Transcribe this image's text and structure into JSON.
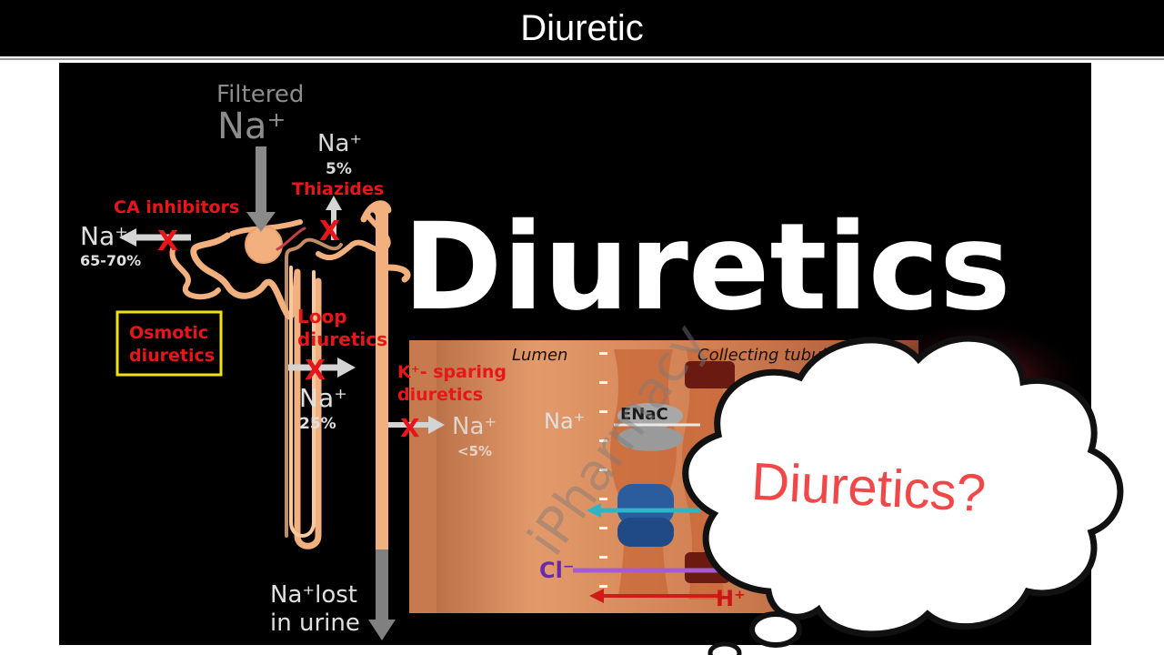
{
  "header": {
    "title": "Diuretic"
  },
  "diagram": {
    "filtered_label": "Filtered",
    "filtered_na": "Na⁺",
    "top_na": "Na⁺",
    "top_na_pct": "5%",
    "thiazides": "Thiazides",
    "ca_inhibitors": "CA inhibitors",
    "left_na": "Na⁺",
    "left_na_pct": "65-70%",
    "osmotic_line1": "Osmotic",
    "osmotic_line2": "diuretics",
    "loop_line1": "Loop",
    "loop_line2": "diuretics",
    "loop_na": "Na⁺",
    "loop_na_pct": "25%",
    "ksparing_line1": "K⁺- sparing",
    "ksparing_line2": "diuretics",
    "ksparing_na": "Na⁺",
    "ksparing_na_pct": "<5%",
    "lost_line1": "Na⁺lost",
    "lost_line2": "in urine",
    "big_title": "Diuretics",
    "watermark": "iPharmacy",
    "block_mark": "X",
    "cell": {
      "lumen": "Lumen",
      "collecting": "Collecting tubules",
      "na": "Na⁺",
      "enac": "ENaC",
      "cl": "Cl⁻",
      "h": "H⁺"
    },
    "colors": {
      "red_label": "#e8161b",
      "nephron": "#f2b07e",
      "osmotic_box": "#f2e213",
      "arrow_gray": "#cfcfcf",
      "cell_bg": "#d98a5c"
    }
  },
  "cloud": {
    "text": "Diuretics?",
    "text_color": "#f04848"
  }
}
